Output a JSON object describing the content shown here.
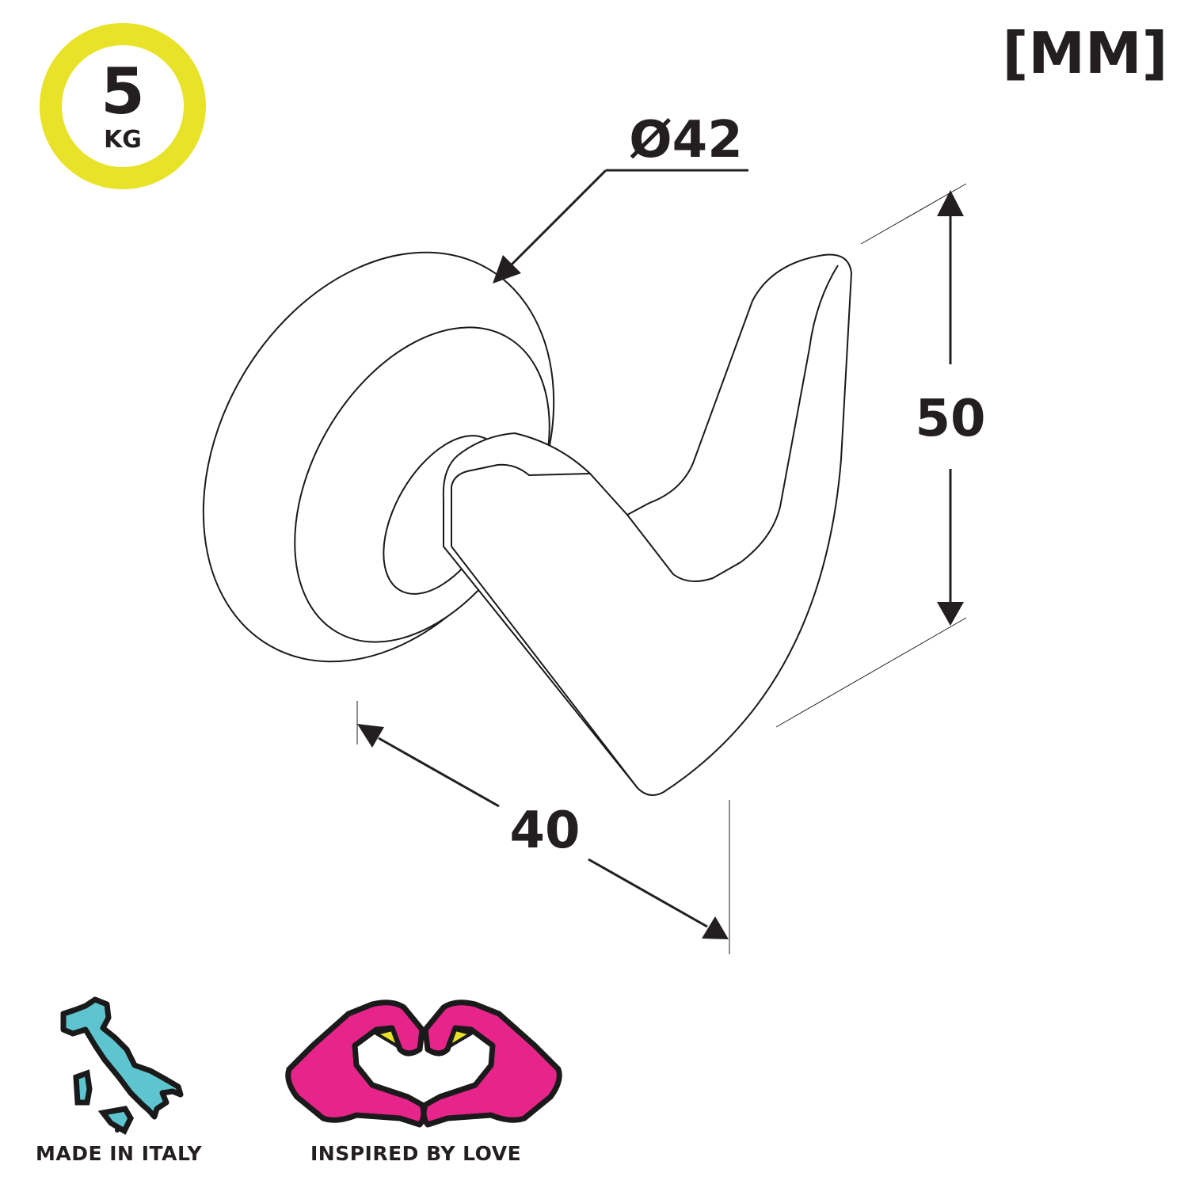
{
  "badge": {
    "value": "5",
    "unit": "KG",
    "ring_color": "#e8e228"
  },
  "units_label": "[MM]",
  "dimensions": {
    "diameter": "Ø42",
    "height": "50",
    "depth": "40"
  },
  "footer": {
    "made_in_italy": "MADE IN ITALY",
    "inspired_by_love": "INSPIRED BY LOVE",
    "italy_color": "#5ec4cf",
    "hands_color": "#e6248a",
    "accent_yellow": "#e8e228"
  }
}
